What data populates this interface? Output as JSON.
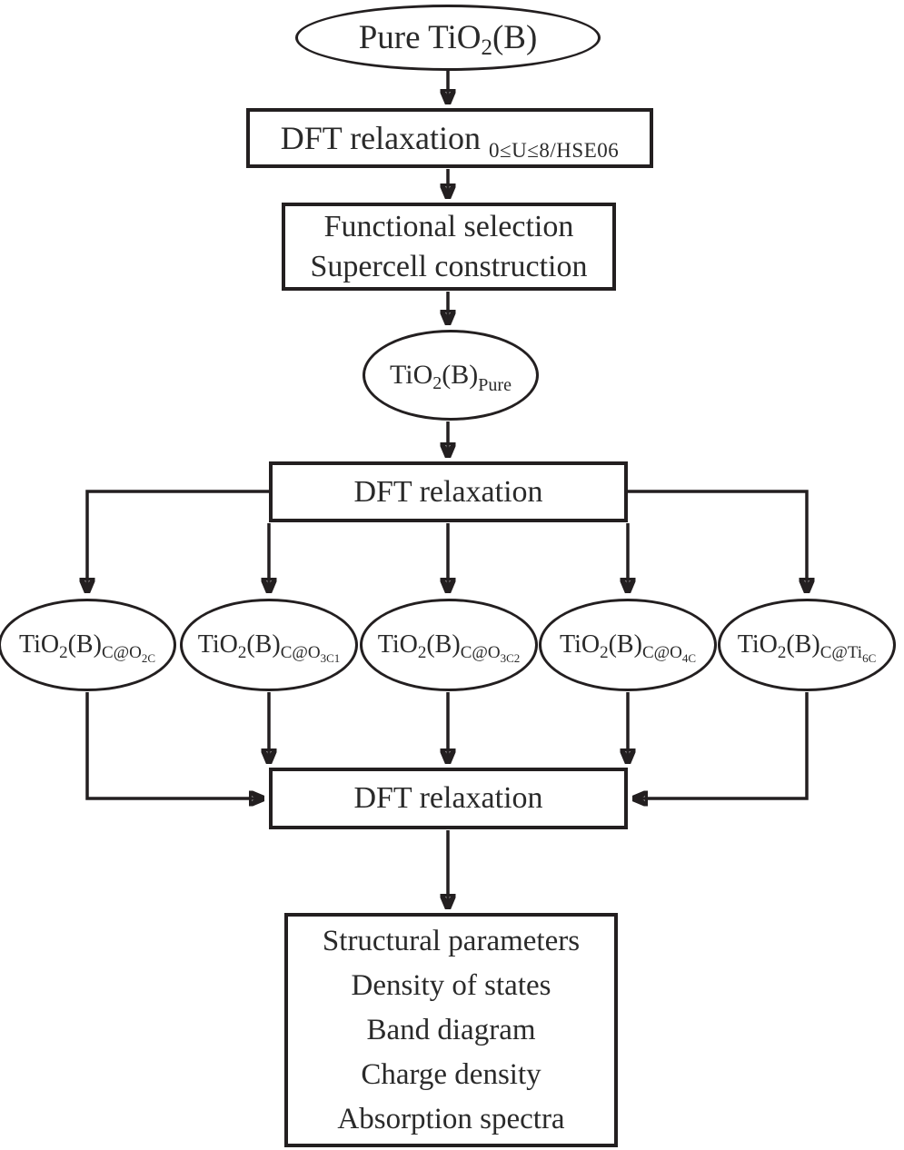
{
  "diagram_title": "DFT workflow flowchart for C-doped TiO2(B)",
  "colors": {
    "line": "#231f20",
    "text": "#2a2a2a",
    "background": "#ffffff"
  },
  "nodes": {
    "start": {
      "main": "Pure TiO",
      "sub": "2",
      "suffix": "(B)"
    },
    "dft_u": {
      "label": "DFT relaxation",
      "subscript": "0≤U≤8/HSE06"
    },
    "functional": {
      "line1": "Functional selection",
      "line2": "Supercell construction"
    },
    "pure": {
      "tio": "TiO",
      "two": "2",
      "b": "(B)",
      "tag": "Pure"
    },
    "dft_branch": {
      "label": "DFT relaxation"
    },
    "branches": [
      {
        "tio": "TiO",
        "two": "2",
        "b": "(B)",
        "tag": "C@O",
        "tagsub": "2C"
      },
      {
        "tio": "TiO",
        "two": "2",
        "b": "(B)",
        "tag": "C@O",
        "tagsub": "3C1"
      },
      {
        "tio": "TiO",
        "two": "2",
        "b": "(B)",
        "tag": "C@O",
        "tagsub": "3C2"
      },
      {
        "tio": "TiO",
        "two": "2",
        "b": "(B)",
        "tag": "C@O",
        "tagsub": "4C"
      },
      {
        "tio": "TiO",
        "two": "2",
        "b": "(B)",
        "tag": "C@Ti",
        "tagsub": "6C"
      }
    ],
    "dft_merge": {
      "label": "DFT relaxation"
    },
    "results": {
      "lines": [
        "Structural parameters",
        "Density of states",
        "Band diagram",
        "Charge density",
        "Absorption spectra"
      ]
    }
  }
}
